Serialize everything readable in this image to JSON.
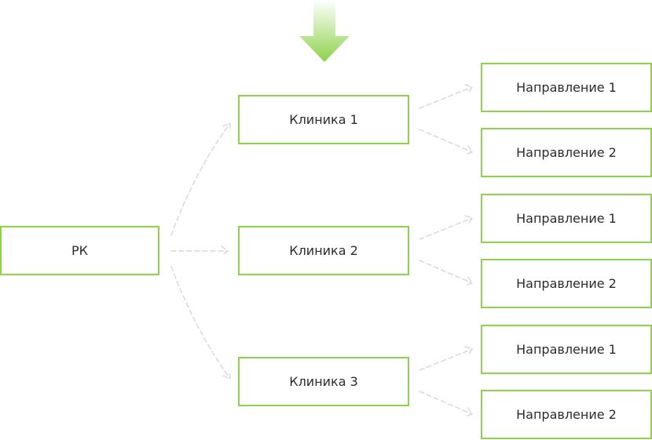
{
  "colors": {
    "node_border": "#8ed24a",
    "connector": "#d9d9d9",
    "entry_arrow_top": "#ffffff",
    "entry_arrow_bottom": "#8ed24a",
    "text": "#2b2b2b"
  },
  "entry_arrow": {
    "icon": "down-arrow-icon"
  },
  "root": {
    "label": "РК"
  },
  "clinics": [
    {
      "label": "Клиника 1",
      "directions": [
        {
          "label": "Направление 1"
        },
        {
          "label": "Направление 2"
        }
      ]
    },
    {
      "label": "Клиника 2",
      "directions": [
        {
          "label": "Направление 1"
        },
        {
          "label": "Направление 2"
        }
      ]
    },
    {
      "label": "Клиника 3",
      "directions": [
        {
          "label": "Направление 1"
        },
        {
          "label": "Направление 2"
        }
      ]
    }
  ]
}
